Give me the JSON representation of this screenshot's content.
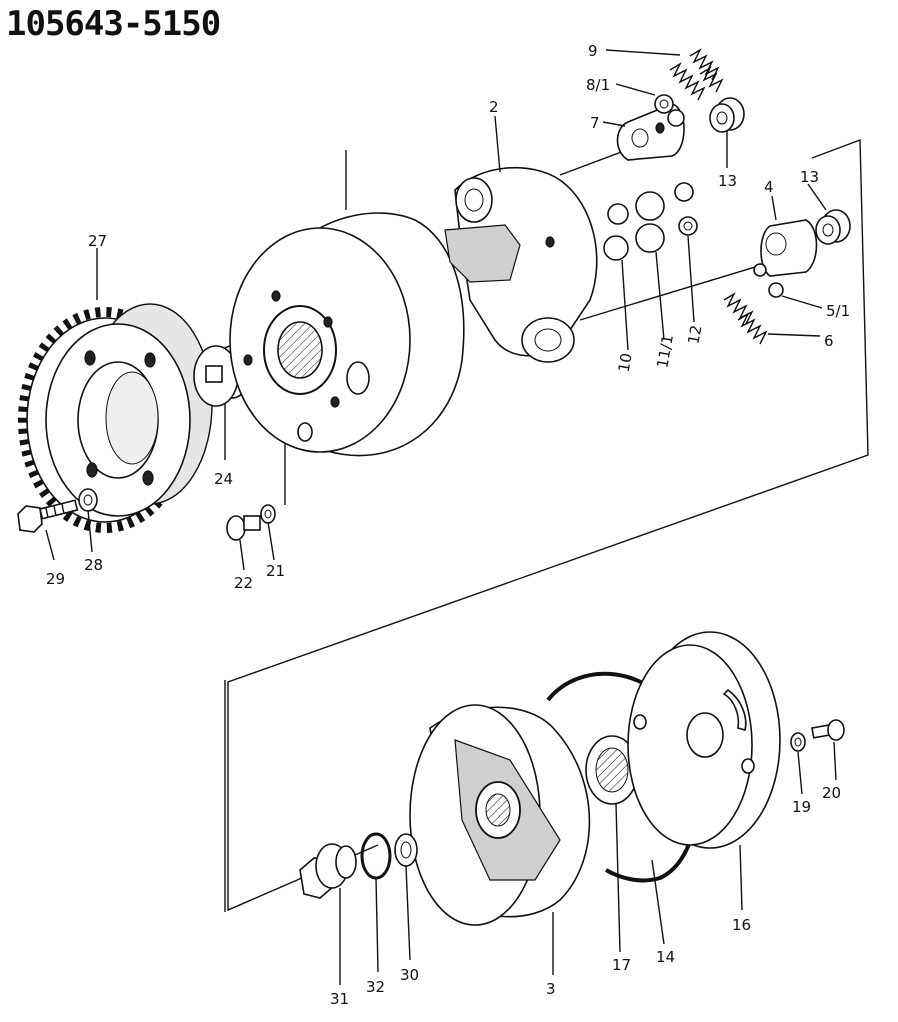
{
  "diagram": {
    "title": "105643-5150",
    "callouts": {
      "c2": "2",
      "c3": "3",
      "c4": "4",
      "c51": "5/1",
      "c6": "6",
      "c7": "7",
      "c81": "8/1",
      "c9": "9",
      "c10": "10",
      "c111": "11/1",
      "c12": "12",
      "c13a": "13",
      "c13b": "13",
      "c14": "14",
      "c16": "16",
      "c17": "17",
      "c19": "19",
      "c20": "20",
      "c21": "21",
      "c22": "22",
      "c24": "24",
      "c27": "27",
      "c28": "28",
      "c29": "29",
      "c30": "30",
      "c31": "31",
      "c32": "32"
    }
  }
}
